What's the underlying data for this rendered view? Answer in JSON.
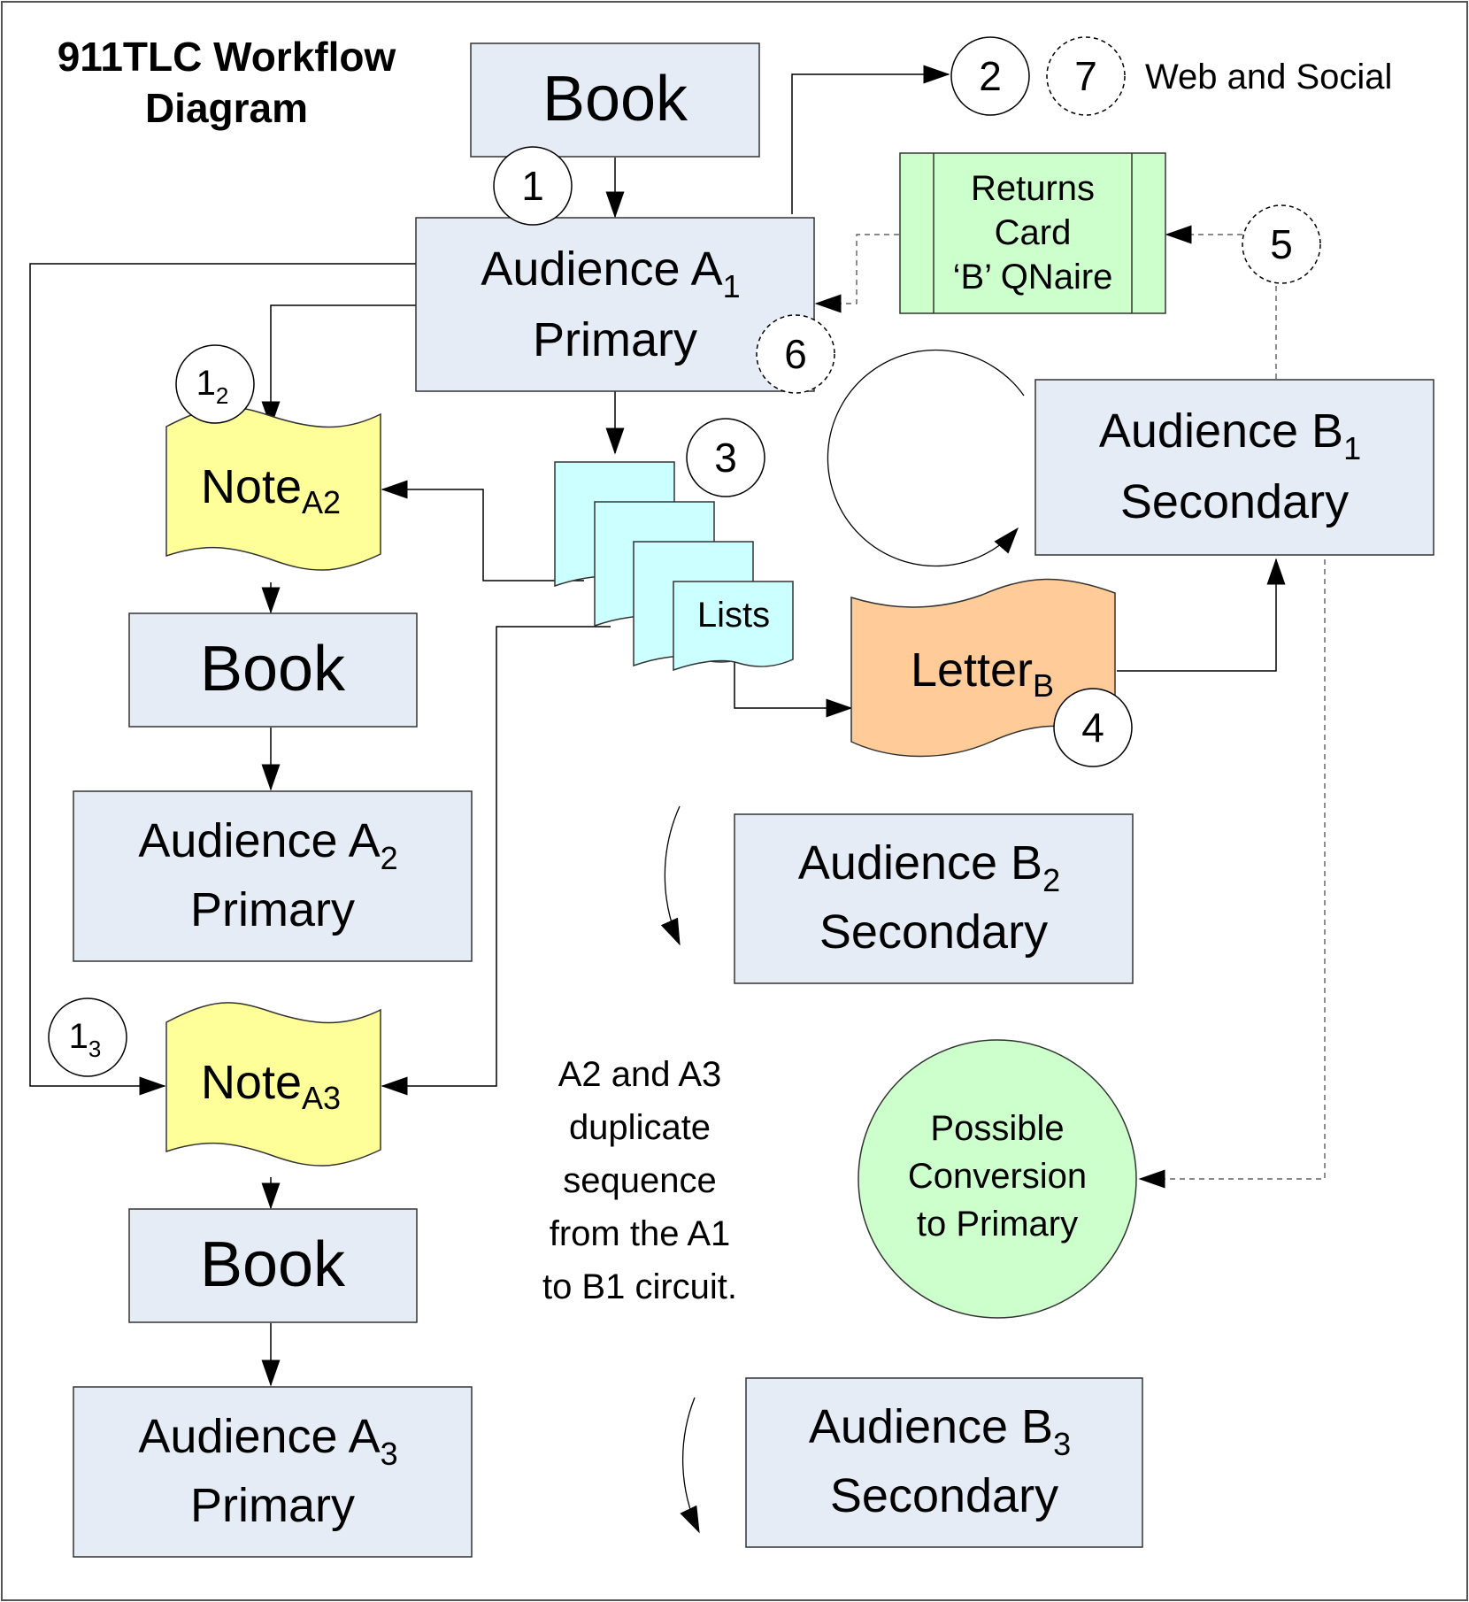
{
  "title": {
    "line1": "911TLC Workflow",
    "line2": "Diagram"
  },
  "boxes": {
    "book_top": "Book",
    "audience_a1": {
      "line1": "Audience A",
      "sub": "1",
      "line2": "Primary"
    },
    "audience_b1": {
      "line1": "Audience B",
      "sub": "1",
      "line2": "Secondary"
    },
    "book_a2": "Book",
    "audience_a2": {
      "line1": "Audience A",
      "sub": "2",
      "line2": "Primary"
    },
    "audience_b2": {
      "line1": "Audience B",
      "sub": "2",
      "line2": "Secondary"
    },
    "book_a3": "Book",
    "audience_a3": {
      "line1": "Audience A",
      "sub": "3",
      "line2": "Primary"
    },
    "audience_b3": {
      "line1": "Audience B",
      "sub": "3",
      "line2": "Secondary"
    }
  },
  "documents": {
    "note_a2": {
      "label": "Note",
      "sub": "A2"
    },
    "note_a3": {
      "label": "Note",
      "sub": "A3"
    },
    "letter_b": {
      "label": "Letter",
      "sub": "B"
    },
    "lists": "Lists"
  },
  "returns_card": {
    "line1": "Returns",
    "line2": "Card",
    "line3": "‘B’ QNaire"
  },
  "web_social": "Web and Social",
  "badges": {
    "b1": "1",
    "b1_2": {
      "main": "1",
      "sub": "2"
    },
    "b1_3": {
      "main": "1",
      "sub": "3"
    },
    "b2": "2",
    "b3": "3",
    "b4": "4",
    "b5": "5",
    "b6": "6",
    "b7": "7"
  },
  "note_text": {
    "line1": "A2 and A3",
    "line2": "duplicate",
    "line3": "sequence",
    "line4": "from the A1",
    "line5": "to B1 circuit."
  },
  "conversion": {
    "line1": "Possible",
    "line2": "Conversion",
    "line3": "to Primary"
  },
  "colors": {
    "box_fill": "#e6ecf6",
    "note_fill": "#ffff99",
    "lists_fill": "#ccffff",
    "letter_fill": "#ffcc99",
    "returns_fill": "#ccffcc",
    "conversion_fill": "#ccffcc"
  }
}
